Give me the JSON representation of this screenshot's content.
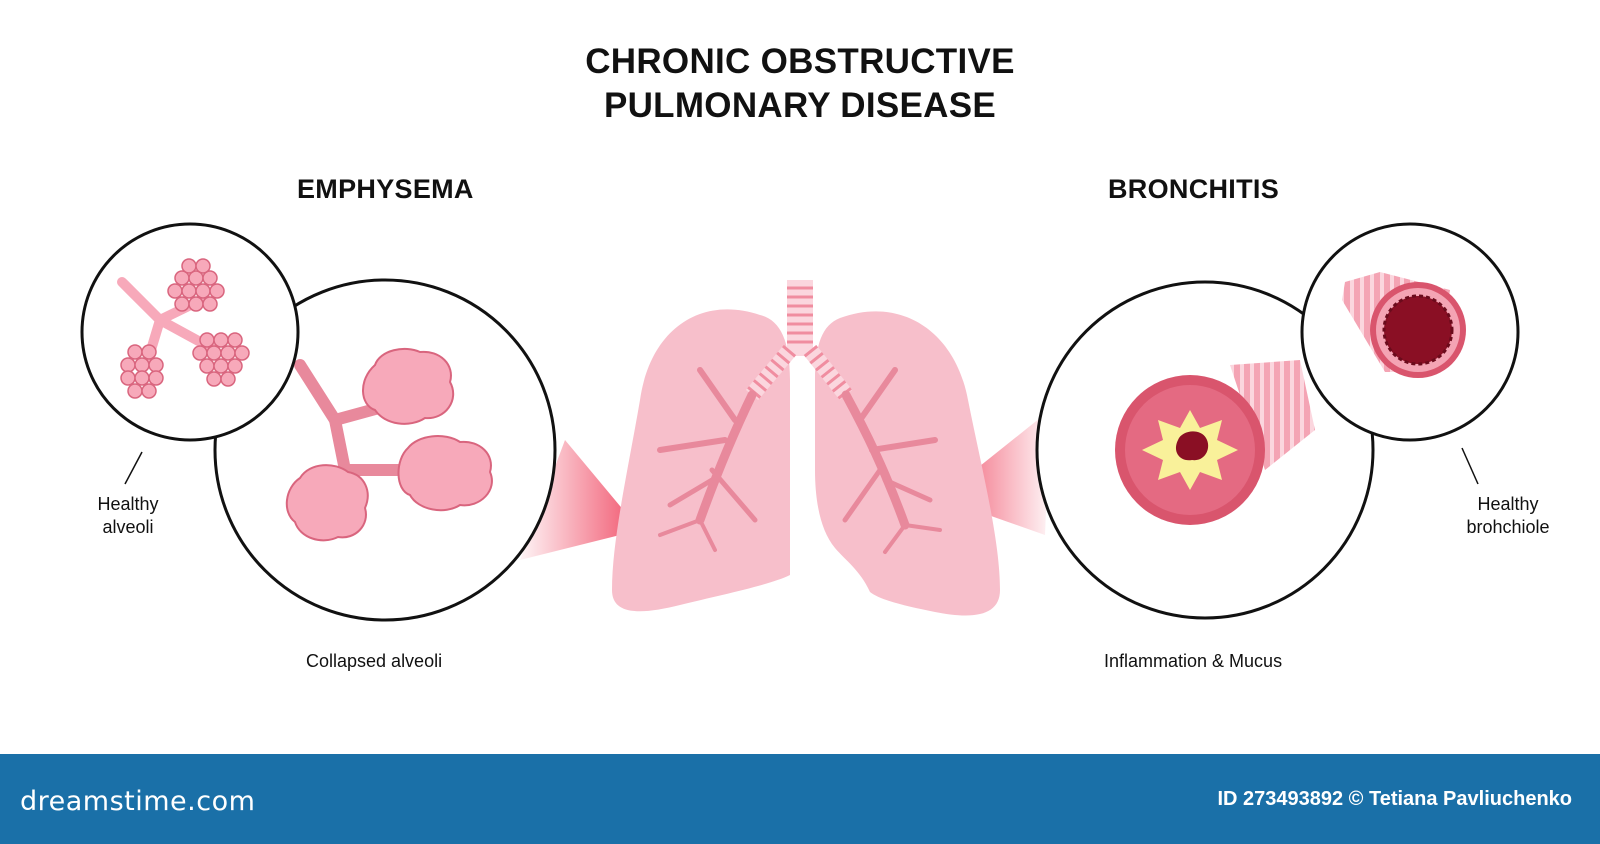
{
  "title": {
    "line1": "CHRONIC OBSTRUCTIVE",
    "line2": "PULMONARY DISEASE"
  },
  "emphysema": {
    "heading": "EMPHYSEMA",
    "small_circle_label": "Healthy alveoli",
    "small_circle_label_line1": "Healthy",
    "small_circle_label_line2": "alveoli",
    "large_circle_label": "Collapsed alveoli"
  },
  "bronchitis": {
    "heading": "BRONCHITIS",
    "large_circle_label": "Inflammation &  Mucus",
    "small_circle_label_line1": "Healthy",
    "small_circle_label_line2": "brohchiole"
  },
  "colors": {
    "lung_fill": "#f7bfcb",
    "bronchi": "#e8899c",
    "alveoli": "#f7a9ba",
    "alveoli_stroke": "#d9657e",
    "bronchiole_outer": "#d9556d",
    "bronchiole_wall": "#e46a82",
    "mucus": "#f9f19a",
    "lumen": "#8a0f24",
    "footer": "#1a70a8"
  },
  "footer": {
    "logo": "dreamstime.com",
    "credit": "ID 273493892 © Tetiana Pavliuchenko"
  }
}
